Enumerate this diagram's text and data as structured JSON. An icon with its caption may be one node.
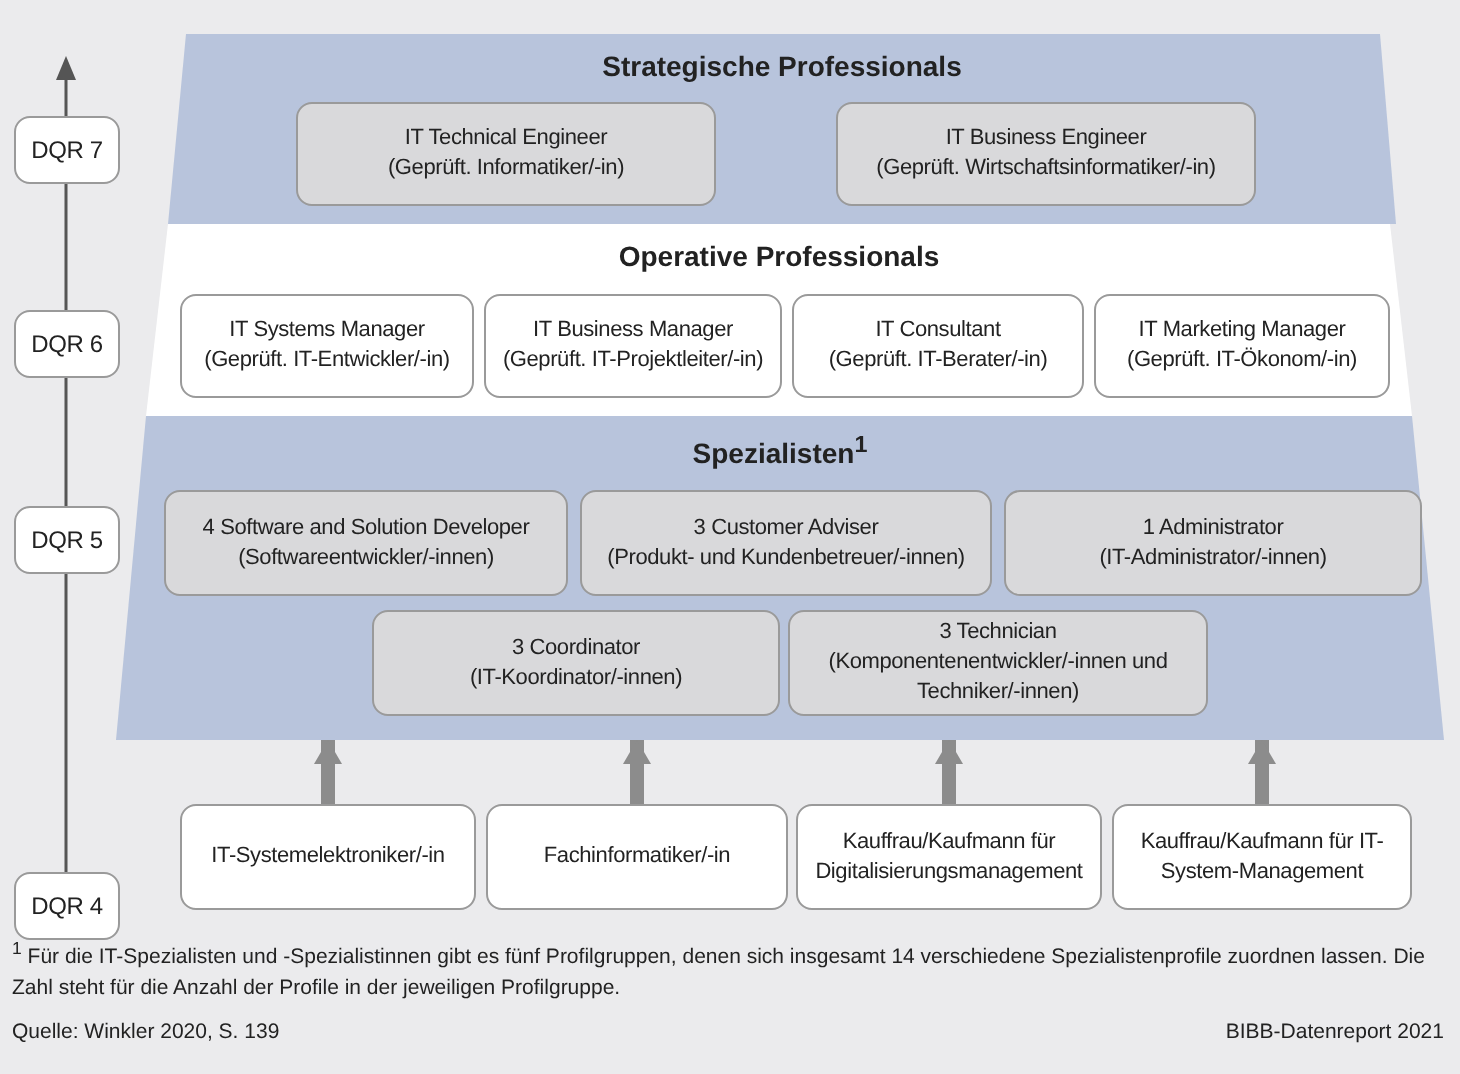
{
  "diagram": {
    "nodes": [
      {
        "text": [
          "Strategische Professionals"
        ]
      },
      {
        "text": [
          "IT Technical Engineer",
          "(Geprüft. Informatiker/-in)"
        ],
        "in": 0
      },
      {
        "text": [
          "IT Business Engineer",
          "(Geprüft. Wirtschaftsinformatiker/-in)"
        ],
        "in": 0
      },
      {
        "text": [
          "DQR 7"
        ]
      },
      {
        "text": [
          "Operative Professionals"
        ]
      },
      {
        "text": [
          "IT Systems Manager",
          "(Geprüft. IT-Entwickler/-in)"
        ],
        "in": 4
      },
      {
        "text": [
          "IT Business Manager",
          "(Geprüft. IT-Projektleiter/-in)"
        ],
        "in": 4
      },
      {
        "text": [
          "IT Consultant",
          "(Geprüft. IT-Berater/-in)"
        ],
        "in": 4
      },
      {
        "text": [
          "IT Marketing Manager",
          "(Geprüft. IT-Ökonom/-in)"
        ],
        "in": 4
      },
      {
        "text": [
          "DQR 6"
        ]
      },
      {
        "text": [
          "Spezialisten$^{1}$"
        ]
      },
      {
        "text": [
          "4 Software and Solution Developer",
          "(Softwareentwickler/-innen)"
        ],
        "in": 10
      },
      {
        "text": [
          "3 Customer Adviser",
          "(Produkt- und Kundenbetreuer/-innen)"
        ],
        "in": 10
      },
      {
        "text": [
          "1 Administrator",
          "(IT-Administrator/-innen)"
        ],
        "in": 10
      },
      {
        "text": [
          "3 Coordinator",
          "(IT-Koordinator/-innen)"
        ],
        "in": 10
      },
      {
        "text": [
          "3 Technician",
          "(Komponentenentwickler/-innen und Techniker/-innen)"
        ],
        "in": 10
      },
      {
        "text": [
          "DQR 5"
        ]
      },
      {
        "text": [
          "DQR 4"
        ]
      },
      {
        "text": [
          "IT-Systemelektroniker/-in"
        ]
      },
      {
        "text": [
          "Fachinformatiker/-in"
        ]
      },
      {
        "text": [
          "Kauffrau/Kaufmann für Digitalisierungsmanagement"
        ]
      },
      {
        "text": [
          "Kauffrau/Kaufmann für IT-System-Management"
        ]
      }
    ],
    "edges": [
      {
        "from": 18,
        "to": 10,
        "arrow": "to"
      },
      {
        "from": 19,
        "to": 10,
        "arrow": "to"
      },
      {
        "from": 20,
        "to": 10,
        "arrow": "to"
      },
      {
        "from": 21,
        "to": 10,
        "arrow": "to"
      }
    ],
    "labels": [
      "$^{1}$ Für die IT-Spezialisten und -Spezialistinnen gibt es fünf Profilgruppen, denen sich insgesamt 14 verschiedene Spezialistenprofile zuordnen lassen. Die Zahl steht für die Anzahl der Profile in der jeweiligen Profilgruppe.",
      "Quelle: Winkler 2020, S. 139",
      "BIBB-Datenreport 2021"
    ]
  }
}
